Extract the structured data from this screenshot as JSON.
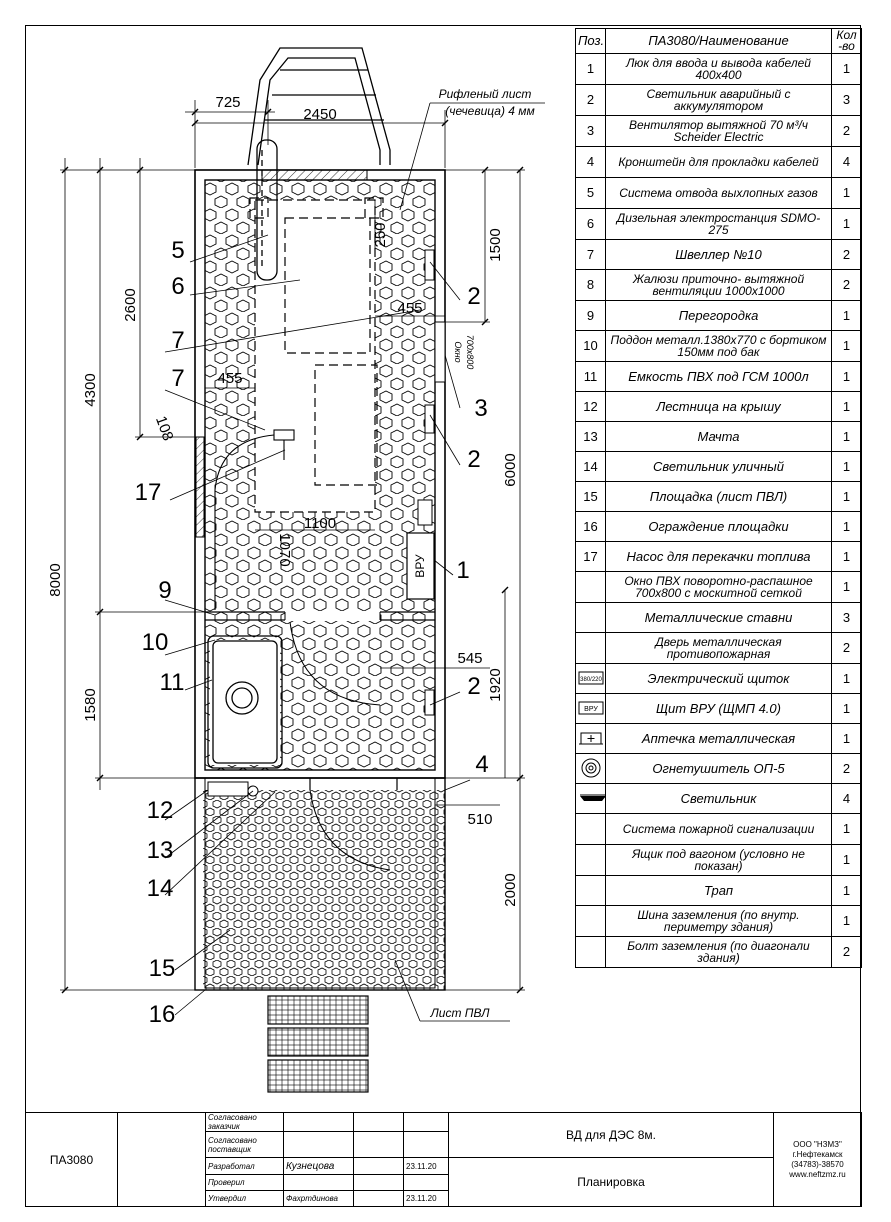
{
  "drawing": {
    "dimensions": {
      "top_725": "725",
      "top_2450": "2450",
      "left_8000": "8000",
      "left_4300": "4300",
      "left_2600": "2600",
      "left_1580": "1580",
      "right_1500": "1500",
      "right_6000": "6000",
      "right_1920": "1920",
      "right_2000": "2000",
      "right_510": "510",
      "inner_250": "250",
      "inner_455_a": "455",
      "inner_455_b": "455",
      "inner_108": "108",
      "inner_1100": "1100",
      "inner_1070": "1070",
      "inner_545": "545"
    },
    "annotations": {
      "riffled_sheet_1": "Рифленый лист",
      "riffled_sheet_2": "(чечевица) 4 мм",
      "window_1": "Окно",
      "window_2": "700х800",
      "vru_box": "ВРУ",
      "pvl_sheet": "Лист ПВЛ"
    },
    "callouts": [
      "5",
      "6",
      "7",
      "7",
      "108",
      "17",
      "9",
      "10",
      "11",
      "12",
      "13",
      "14",
      "15",
      "16",
      "2",
      "3",
      "2",
      "1",
      "2",
      "4"
    ]
  },
  "spec": {
    "headers": {
      "pos": "Поз.",
      "name": "ПА3080/Наименование",
      "qty_1": "Кол",
      "qty_2": "-во"
    },
    "rows": [
      {
        "pos": "1",
        "name": "Люк для ввода и вывода кабелей 400х400",
        "qty": "1"
      },
      {
        "pos": "2",
        "name": "Светильник аварийный с аккумулятором",
        "qty": "3"
      },
      {
        "pos": "3",
        "name": "Вентилятор вытяжной 70 м³/ч Scheider Electric",
        "qty": "2"
      },
      {
        "pos": "4",
        "name": "Кронштейн для прокладки кабелей",
        "qty": "4"
      },
      {
        "pos": "5",
        "name": "Система отвода выхлопных газов",
        "qty": "1"
      },
      {
        "pos": "6",
        "name": "Дизельная электростанция SDMO-275",
        "qty": "1"
      },
      {
        "pos": "7",
        "name": "Швеллер №10",
        "qty": "2"
      },
      {
        "pos": "8",
        "name": "Жалюзи приточно- вытяжной вентиляции 1000х1000",
        "qty": "2"
      },
      {
        "pos": "9",
        "name": "Перегородка",
        "qty": "1"
      },
      {
        "pos": "10",
        "name": "Поддон металл.1380х770 с бортиком 150мм под бак",
        "qty": "1"
      },
      {
        "pos": "11",
        "name": "Емкость ПВХ под ГСМ 1000л",
        "qty": "1"
      },
      {
        "pos": "12",
        "name": "Лестница на крышу",
        "qty": "1"
      },
      {
        "pos": "13",
        "name": "Мачта",
        "qty": "1"
      },
      {
        "pos": "14",
        "name": "Светильник уличный",
        "qty": "1"
      },
      {
        "pos": "15",
        "name": "Площадка (лист ПВЛ)",
        "qty": "1"
      },
      {
        "pos": "16",
        "name": "Ограждение площадки",
        "qty": "1"
      },
      {
        "pos": "17",
        "name": "Насос для перекачки топлива",
        "qty": "1"
      },
      {
        "pos": "",
        "name": "Окно ПВХ поворотно-распашное 700х800 с москитной сеткой",
        "qty": "1"
      },
      {
        "pos": "",
        "name": "Металлические ставни",
        "qty": "3"
      },
      {
        "pos": "",
        "name": "Дверь металлическая противопожарная",
        "qty": "2"
      },
      {
        "pos": "",
        "icon": "electrical-panel-icon",
        "icon_text": "380/220",
        "name": "Электрический щиток",
        "qty": "1"
      },
      {
        "pos": "",
        "icon": "vru-panel-icon",
        "icon_text": "ВРУ",
        "name": "Щит ВРУ (ЩМП 4.0)",
        "qty": "1"
      },
      {
        "pos": "",
        "icon": "first-aid-kit-icon",
        "name": "Аптечка металлическая",
        "qty": "1"
      },
      {
        "pos": "",
        "icon": "fire-extinguisher-icon",
        "name": "Огнетушитель ОП-5",
        "qty": "2"
      },
      {
        "pos": "",
        "icon": "lamp-icon",
        "name": "Светильник",
        "qty": "4"
      },
      {
        "pos": "",
        "name": "Система пожарной сигнализации",
        "qty": "1"
      },
      {
        "pos": "",
        "name": "Ящик под вагоном (условно не показан)",
        "qty": "1"
      },
      {
        "pos": "",
        "name": "Трап",
        "qty": "1"
      },
      {
        "pos": "",
        "name": "Шина заземления (по внутр. периметру здания)",
        "qty": "1"
      },
      {
        "pos": "",
        "name": "Болт заземления (по диагонали здания)",
        "qty": "2"
      }
    ]
  },
  "title_block": {
    "code": "ПА3080",
    "r1": "Согласовано заказчик",
    "r2": "Согласовано поставщик",
    "r3_role": "Разработал",
    "r3_name": "Кузнецова",
    "r3_date": "23.11.20",
    "r4_role": "Проверил",
    "r5_role": "Утвердил",
    "r5_name": "Фахртдинова",
    "r5_date": "23.11.20",
    "project": "ВД для ДЭС 8м.",
    "sheet": "Планировка",
    "company_1": "ООО \"НЗМЗ\"",
    "company_2": "г.Нефтекамск",
    "company_3": "(34783)-38570",
    "company_4": "www.neftzmz.ru"
  }
}
